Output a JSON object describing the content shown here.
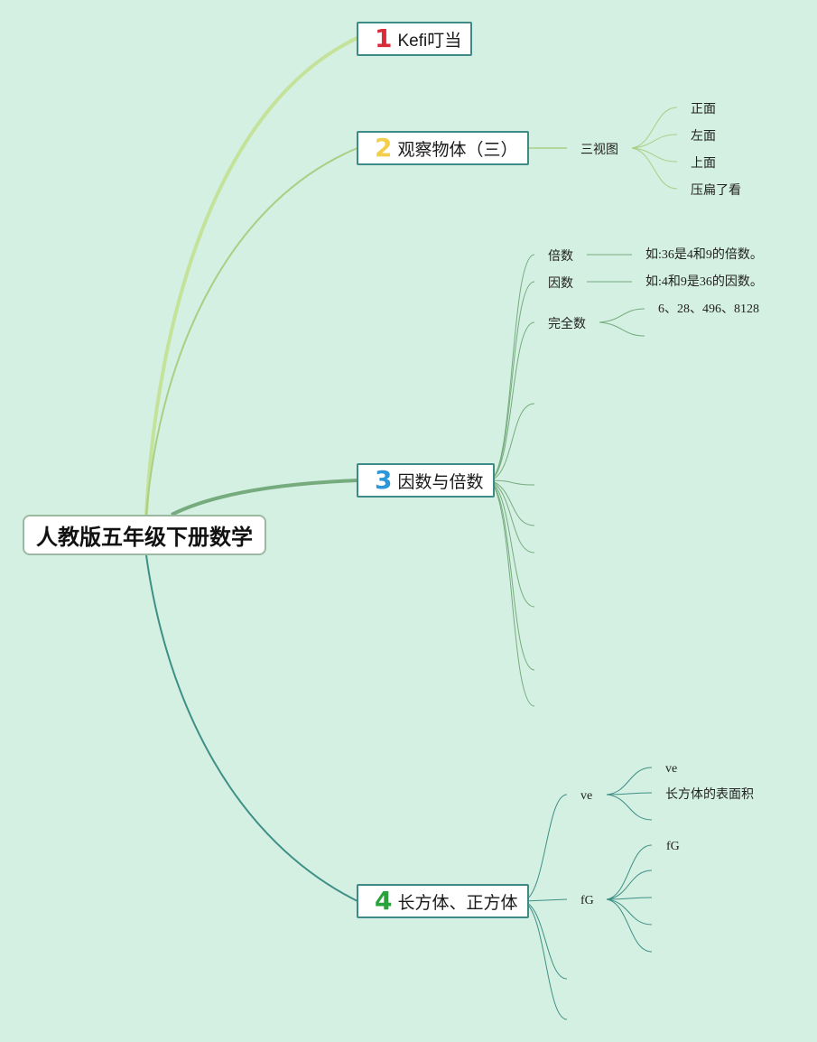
{
  "root": {
    "label": "人教版五年级下册数学"
  },
  "branches": [
    {
      "num": "1",
      "num_color": "#d92b3a",
      "label": "Kefi叮当",
      "line_color": "#c4e29a"
    },
    {
      "num": "2",
      "num_color": "#f2cf4a",
      "label": "观察物体（三）",
      "line_color": "#a9cf85",
      "children": [
        {
          "label": "三视图",
          "children": [
            "正面",
            "左面",
            "上面",
            "压扁了看"
          ]
        }
      ]
    },
    {
      "num": "3",
      "num_color": "#2b97d8",
      "label": "因数与倍数",
      "line_color": "#76ab7e",
      "children": [
        {
          "label": "倍数",
          "detail": "如:36是4和9的倍数。"
        },
        {
          "label": "因数",
          "detail": "如:4和9是36的因数。"
        },
        {
          "label": "完全数",
          "detail": "6、28、496、8128"
        }
      ]
    },
    {
      "num": "4",
      "num_color": "#27a33b",
      "label": "长方体、正方体",
      "line_color": "#3e8f86",
      "children": [
        {
          "label": "ve",
          "children": [
            "ve",
            "长方体的表面积"
          ]
        },
        {
          "label": "fG",
          "children": [
            "fG"
          ]
        }
      ]
    }
  ]
}
